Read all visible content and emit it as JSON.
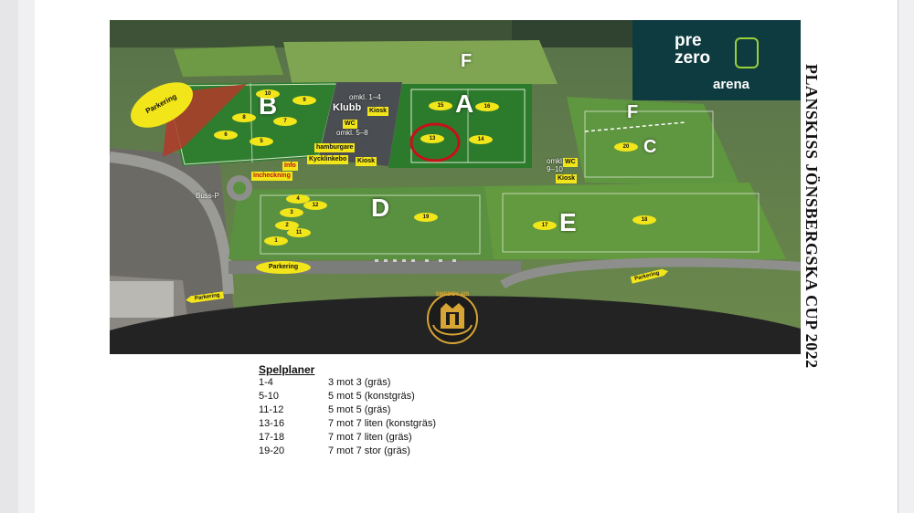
{
  "title": "PLANSKISS JÖNSBERGSKA CUP 2022",
  "logo": {
    "pre": "pre",
    "zero": "zero",
    "arena": "arena"
  },
  "club_badge": "SMEDBY AIS",
  "zones": {
    "a": "A",
    "b": "B",
    "c": "C",
    "d": "D",
    "e": "E",
    "f1": "F",
    "f2": "F"
  },
  "pitches": [
    "1",
    "2",
    "3",
    "4",
    "5",
    "6",
    "7",
    "8",
    "9",
    "10",
    "11",
    "12",
    "13",
    "14",
    "15",
    "16",
    "17",
    "18",
    "19",
    "20"
  ],
  "map_labels": {
    "omkl_1_4": "omkl. 1–4",
    "klubb": "Klubb",
    "kiosk1": "Kiosk",
    "wc1": "WC",
    "omkl_5_8": "omkl. 5–8",
    "hamburgare": "hamburgare",
    "cykelinkebo": "Kycklinkebo",
    "kiosk2": "Kiosk",
    "info": "Info",
    "incheckning": "Incheckning",
    "buss_p": "Buss-P",
    "omkl_9_10": "omkl.",
    "omkl_9_10b": "9–10",
    "wc2": "WC",
    "kiosk3": "Kiosk"
  },
  "parking": {
    "p1": "Parkering",
    "p2": "Parkering",
    "p3": "Parkering",
    "p4": "Parkering"
  },
  "legend": {
    "heading": "Spelplaner",
    "rows": [
      {
        "range": "1-4",
        "desc": "3 mot 3 (gräs)"
      },
      {
        "range": "5-10",
        "desc": "5 mot 5 (konstgräs)"
      },
      {
        "range": "11-12",
        "desc": "5 mot 5 (gräs)"
      },
      {
        "range": "13-16",
        "desc": "7 mot 7 liten (konstgräs)"
      },
      {
        "range": "17-18",
        "desc": "7 mot 7 liten (gräs)"
      },
      {
        "range": "19-20",
        "desc": "7 mot 7 stor (gräs)"
      }
    ]
  },
  "colors": {
    "grass": "#4f8a2e",
    "turf": "#2e7a2a",
    "marker": "#f2e51a",
    "logo_bg": "#0e3b3f",
    "logo_accent": "#9ad13a",
    "highlight": "#c8101a"
  }
}
